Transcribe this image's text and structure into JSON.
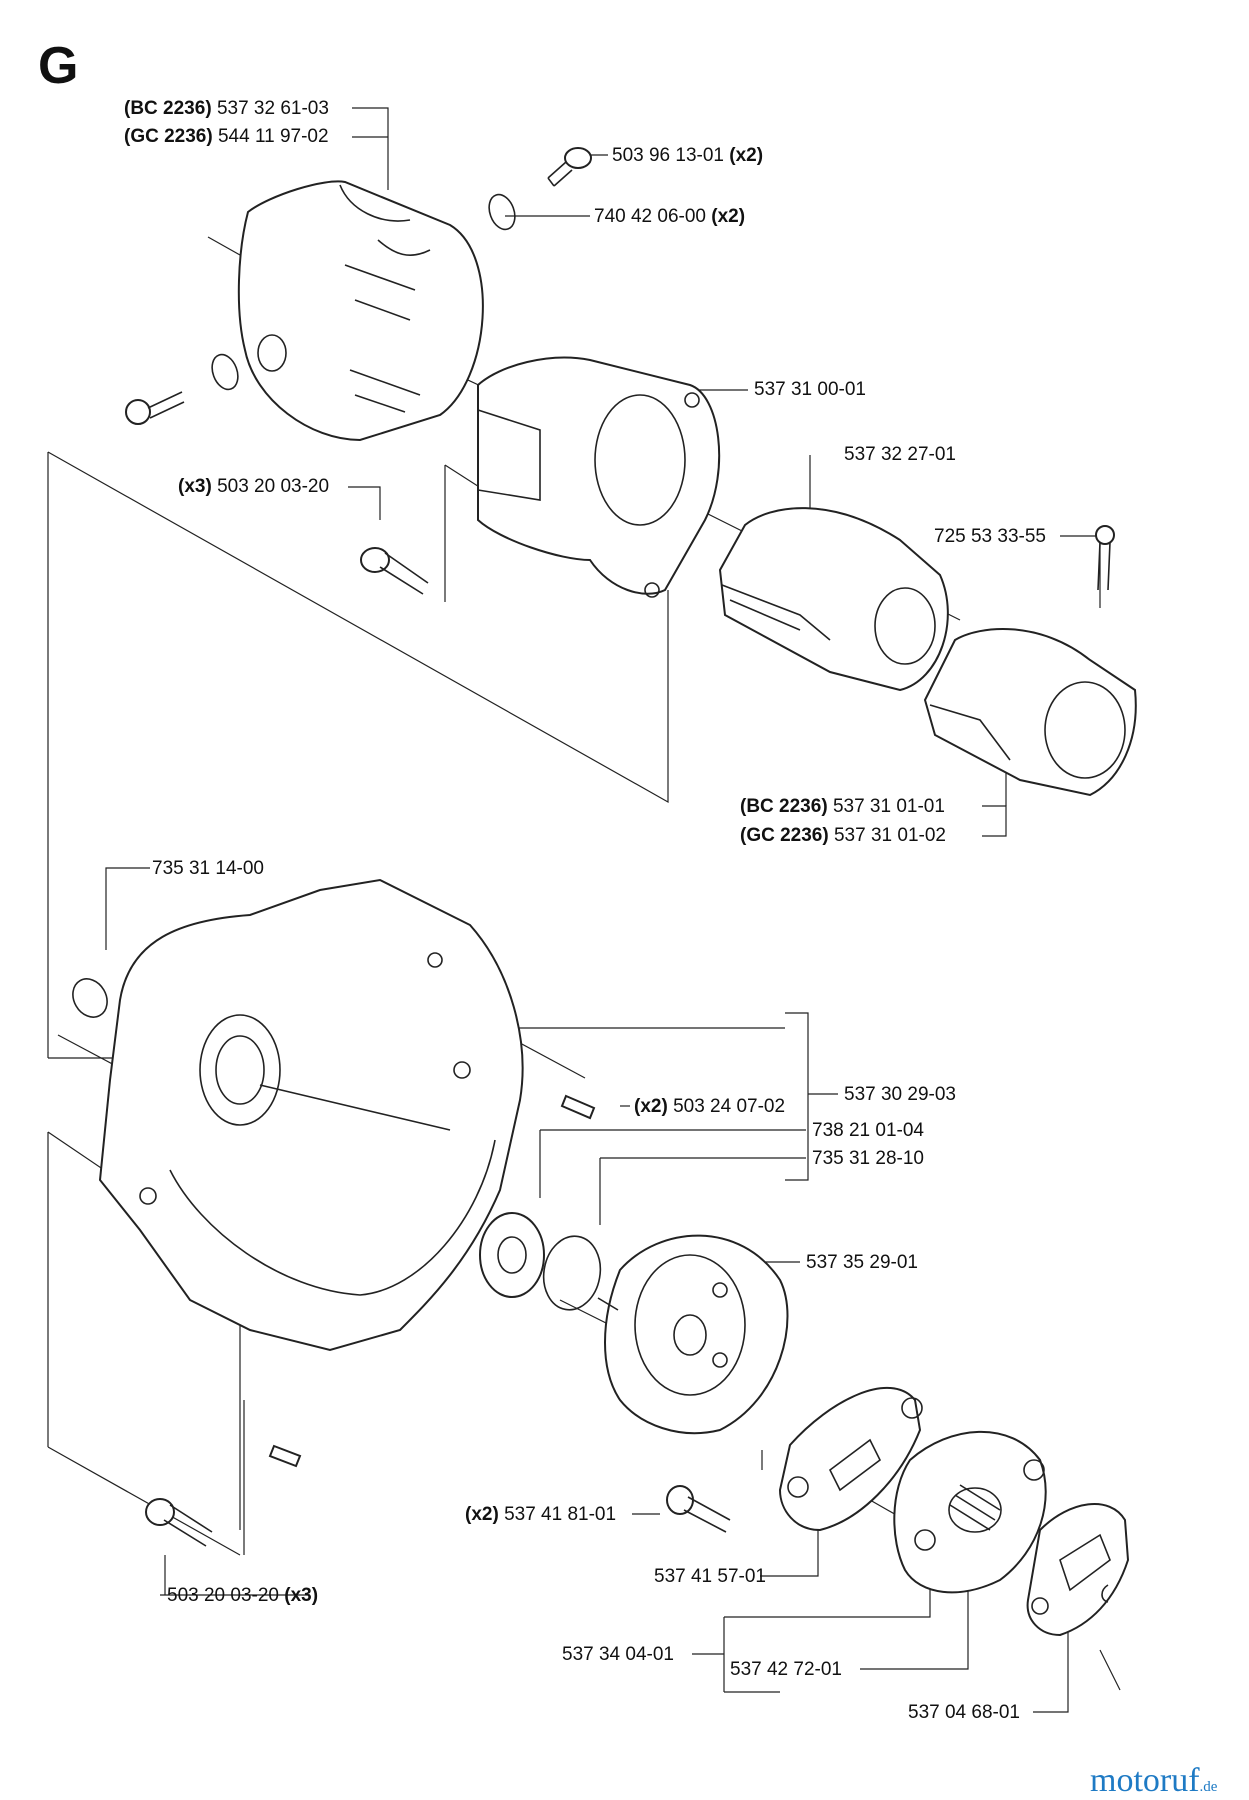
{
  "section": "G",
  "labels": {
    "cover_bc": {
      "prefix": "(BC 2236)",
      "part": "537 32 61-03"
    },
    "cover_gc": {
      "prefix": "(GC 2236)",
      "part": "544 11 97-02"
    },
    "screw_top": {
      "part": "503 96 13-01",
      "suffix": "(x2)"
    },
    "oring": {
      "part": "740 42 06-00",
      "suffix": "(x2)"
    },
    "clutch_housing": {
      "part": "537 31 00-01"
    },
    "screw_x3_upper": {
      "prefix": "(x3)",
      "part": "503 20 03-20"
    },
    "damper": {
      "part": "537 32 27-01"
    },
    "screw_clamp": {
      "part": "725 53 33-55"
    },
    "clamp_bc": {
      "prefix": "(BC 2236)",
      "part": "537 31 01-01"
    },
    "clamp_gc": {
      "prefix": "(GC 2236)",
      "part": "537 31 01-02"
    },
    "snap_ring_crank": {
      "part": "735 31 14-00"
    },
    "crankcase": {
      "part": "537 30 29-03"
    },
    "pin": {
      "prefix": "(x2)",
      "part": "503 24 07-02"
    },
    "bearing": {
      "part": "738 21 01-04"
    },
    "circlip": {
      "part": "735 31 28-10"
    },
    "clutch_drum": {
      "part": "537 35 29-01"
    },
    "screw_x2_lower": {
      "prefix": "(x2)",
      "part": "537 41 81-01"
    },
    "washer_plate": {
      "part": "537 41 57-01"
    },
    "clutch_assy": {
      "part": "537 34 04-01"
    },
    "spring": {
      "part": "537 42 72-01"
    },
    "cover_plate": {
      "part": "537 04 68-01"
    },
    "screw_x3_lower": {
      "part": "503 20 03-20",
      "suffix": "(x3)"
    }
  },
  "watermark": {
    "brand": "motoruf",
    "suffix": ".de"
  }
}
